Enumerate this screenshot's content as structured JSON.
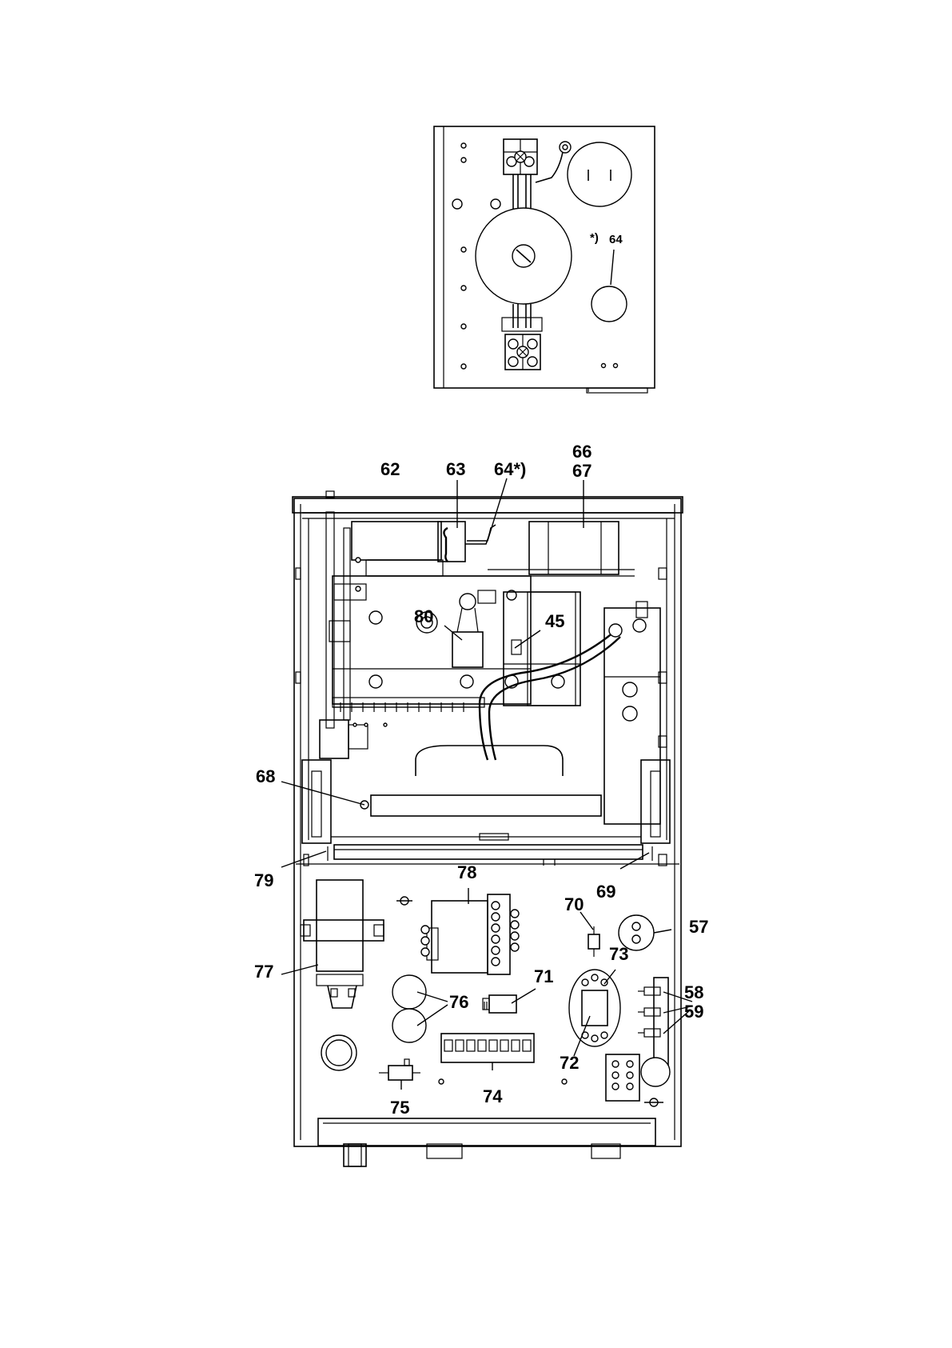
{
  "inset": {
    "note_marker": "*)",
    "part_label": "64"
  },
  "callouts": {
    "p62": "62",
    "p63": "63",
    "p64": "64*)",
    "p66": "66",
    "p67": "67",
    "p80": "80",
    "p45": "45",
    "p68": "68",
    "p79": "79",
    "p69": "69",
    "p78": "78",
    "p70": "70",
    "p57": "57",
    "p73": "73",
    "p77": "77",
    "p71": "71",
    "p76": "76",
    "p58": "58",
    "p59": "59",
    "p72": "72",
    "p74": "74",
    "p75": "75"
  }
}
